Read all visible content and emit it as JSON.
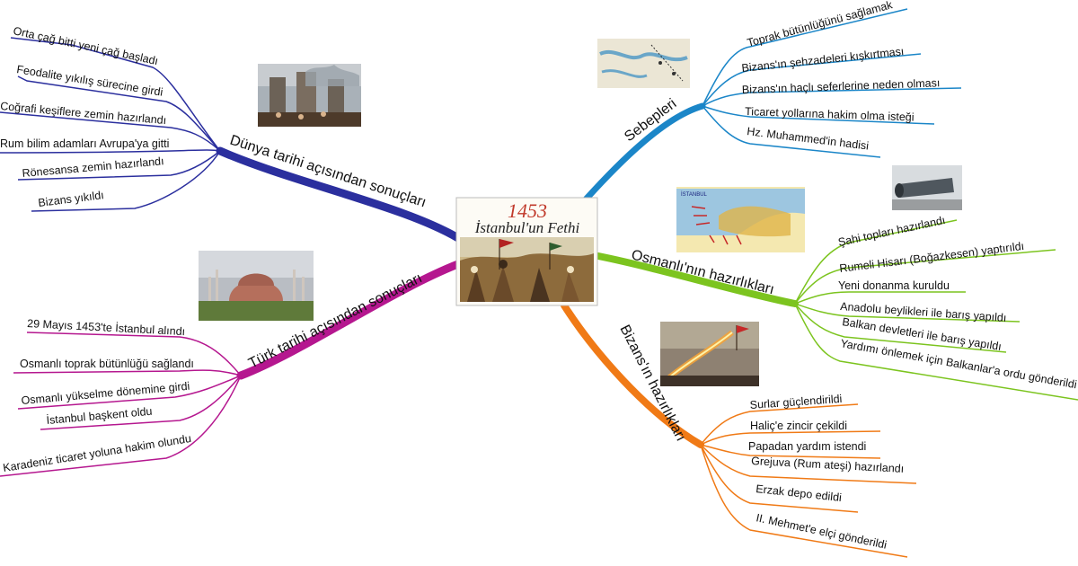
{
  "center": {
    "year": "1453",
    "title": "İstanbul'un Fethi",
    "colors": {
      "year": "#c0392b",
      "title": "#222222"
    }
  },
  "branches": {
    "dunya": {
      "label": "Dünya tarihi açısından sonuçları",
      "color": "#2b2f9e",
      "items": [
        "Orta çağ bitti yeni çağ başladı",
        "Feodalite yıkılış sürecine girdi",
        "Coğrafi keşiflere zemin hazırlandı",
        "Rum bilim adamları Avrupa'ya gitti",
        "Rönesansa zemin hazırlandı",
        "Bizans yıkıldı"
      ]
    },
    "turk": {
      "label": "Türk tarihi açısından sonuçları",
      "color": "#b5178f",
      "items": [
        "29 Mayıs 1453'te İstanbul alındı",
        "Osmanlı toprak bütünlüğü sağlandı",
        "Osmanlı yükselme dönemine girdi",
        "İstanbul başkent oldu",
        "Karadeniz ticaret yoluna hakim olundu"
      ]
    },
    "sebep": {
      "label": "Sebepleri",
      "color": "#1b86c8",
      "items": [
        "Toprak bütünlüğünü sağlamak",
        "Bizans'ın şehzadeleri kışkırtması",
        "Bizans'ın haçlı seferlerine neden olması",
        "Ticaret yollarına hakim olma isteği",
        "Hz. Muhammed'in hadisi"
      ]
    },
    "osmanli": {
      "label": "Osmanlı'nın hazırlıkları",
      "color": "#7cc41f",
      "items": [
        "Şahi topları hazırlandı",
        "Rumeli Hisarı (Boğazkesen) yaptırıldı",
        "Yeni donanma kuruldu",
        "Anadolu beylikleri ile barış yapıldı",
        "Balkan devletleri ile barış yapıldı",
        "Yardımı önlemek için Balkanlar'a ordu gönderildi"
      ]
    },
    "bizans": {
      "label": "Bizans'ın hazırlıkları",
      "color": "#f07a16",
      "items": [
        "Surlar güçlendirildi",
        "Haliç'e zincir çekildi",
        "Papadan yardım istendi",
        "Grejuva (Rum ateşi) hazırlandı",
        "Erzak depo edildi",
        "II. Mehmet'e elçi gönderildi"
      ]
    }
  },
  "map_labels": {
    "istanbul": "İSTANBUL"
  }
}
